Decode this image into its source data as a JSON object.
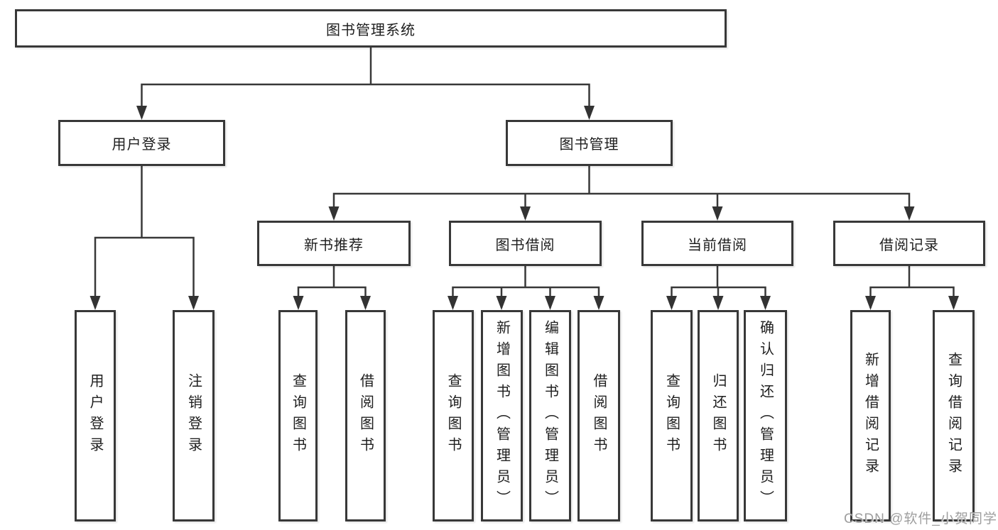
{
  "diagram": {
    "root": {
      "label": "图书管理系统",
      "children": [
        {
          "label": "用户登录",
          "children": [
            {
              "label": "用户登录"
            },
            {
              "label": "注销登录"
            }
          ]
        },
        {
          "label": "图书管理",
          "children": [
            {
              "label": "新书推荐",
              "children": [
                {
                  "label": "查询图书"
                },
                {
                  "label": "借阅图书"
                }
              ]
            },
            {
              "label": "图书借阅",
              "children": [
                {
                  "label": "查询图书"
                },
                {
                  "label": "新增图书（管理员）"
                },
                {
                  "label": "编辑图书（管理员）"
                },
                {
                  "label": "借阅图书"
                }
              ]
            },
            {
              "label": "当前借阅",
              "children": [
                {
                  "label": "查询图书"
                },
                {
                  "label": "归还图书"
                },
                {
                  "label": "确认归还（管理员）"
                }
              ]
            },
            {
              "label": "借阅记录",
              "children": [
                {
                  "label": "新增借阅记录"
                },
                {
                  "label": "查询借阅记录"
                }
              ]
            }
          ]
        }
      ]
    }
  },
  "watermark": {
    "text": "CSDN @软件_小贺同学"
  },
  "colors": {
    "line": "#383838",
    "arrow": "#333333",
    "box_border": "#383838",
    "text": "#1e1e1e",
    "watermark": "#9e9e9e",
    "background": "#ffffff"
  }
}
